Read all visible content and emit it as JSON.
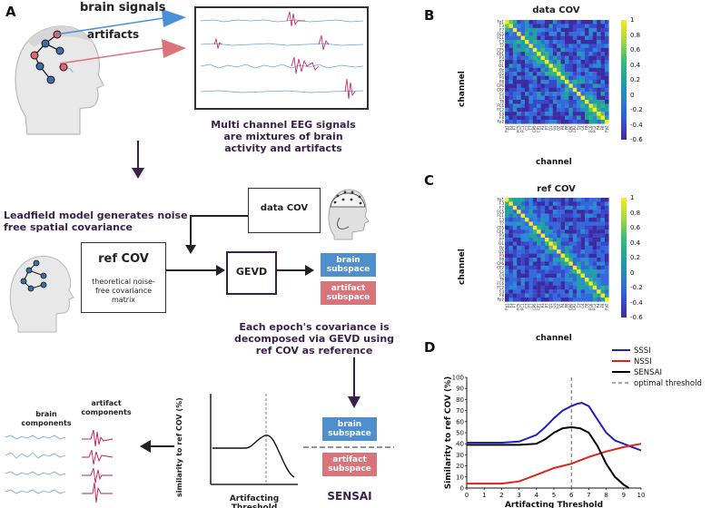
{
  "panels": {
    "A": "A",
    "B": "B",
    "C": "C",
    "D": "D"
  },
  "top": {
    "brain_signals": "brain signals",
    "artifacts": "artifacts",
    "caption": "Multi channel EEG signals are mixtures of brain activity and artifacts"
  },
  "middle": {
    "leadfield_caption": "Leadfield model generates noise free spatial covariance",
    "data_cov": "data COV",
    "ref_cov_title": "ref COV",
    "ref_cov_desc": "theoretical noise-free covariance matrix",
    "gevd": "GEVD",
    "brain_subspace": "brain subspace",
    "artifact_subspace": "artifact subspace",
    "epoch_caption": "Each epoch's covariance is decomposed via GEVD using ref COV as reference"
  },
  "bottom": {
    "brain_components": "brain components",
    "artifact_components": "artifact components",
    "sim_ylabel": "similarity to ref COV (%)",
    "sim_xlabel": "Artifacting Threshold",
    "brain_subspace": "brain subspace",
    "artifact_subspace": "artifact subspace",
    "sensai": "SENSAI"
  },
  "heatmaps": {
    "B_title": "data COV",
    "C_title": "ref COV",
    "ylabel": "channel",
    "xlabel": "channel",
    "colorbar_ticks": [
      "1",
      "0.8",
      "0.6",
      "0.4",
      "0.2",
      "0",
      "-0.2",
      "-0.4",
      "-0.6"
    ],
    "channels": [
      "Fp1",
      "F3",
      "F7",
      "FC5",
      "FC1",
      "C3",
      "T7",
      "CP5",
      "CP1",
      "P3",
      "P7",
      "O1",
      "Oz",
      "O2",
      "P4",
      "P8",
      "CP6",
      "CP2",
      "Cz",
      "C4",
      "T8",
      "FC6",
      "FC2",
      "F4",
      "F8",
      "Fp2"
    ],
    "colors": {
      "low": "#3d2a9e",
      "mid": "#1fa29c",
      "high": "#f7e925"
    }
  },
  "chart_data": {
    "type": "line",
    "title": "",
    "xlabel": "Artifacting Threshold",
    "ylabel": "Similarity to ref COV (%)",
    "xlim": [
      0,
      10
    ],
    "ylim": [
      0,
      100
    ],
    "xticks": [
      "0",
      "1",
      "2",
      "3",
      "4",
      "5",
      "6",
      "7",
      "8",
      "9",
      "10"
    ],
    "yticks": [
      "0",
      "10",
      "20",
      "30",
      "40",
      "50",
      "60",
      "70",
      "80",
      "90",
      "100"
    ],
    "legend_position": "top-right",
    "optimal_threshold": 6,
    "series": [
      {
        "name": "SSSI",
        "color": "#1f1fc4",
        "x": [
          0,
          1,
          2,
          3,
          4,
          4.5,
          5,
          5.5,
          6,
          6.3,
          6.6,
          7,
          7.5,
          8,
          8.5,
          9,
          9.5,
          10
        ],
        "y": [
          41,
          41,
          41,
          42,
          48,
          55,
          63,
          70,
          74,
          76,
          77,
          74,
          62,
          50,
          43,
          40,
          37,
          34
        ]
      },
      {
        "name": "NSSI",
        "color": "#e0201c",
        "x": [
          0,
          1,
          2,
          3,
          4,
          5,
          6,
          7,
          8,
          9,
          10
        ],
        "y": [
          4,
          4,
          4,
          6,
          12,
          18,
          22,
          28,
          33,
          37,
          40
        ]
      },
      {
        "name": "SENSAI",
        "color": "#000000",
        "x": [
          0,
          1,
          2,
          3,
          4,
          4.5,
          5,
          5.5,
          6,
          6.5,
          7,
          7.5,
          8,
          8.5,
          9,
          9.3
        ],
        "y": [
          39,
          39,
          39,
          39,
          40,
          44,
          50,
          54,
          55,
          54,
          50,
          38,
          22,
          10,
          3,
          0
        ]
      }
    ],
    "threshold_label": "optimal threshold"
  }
}
